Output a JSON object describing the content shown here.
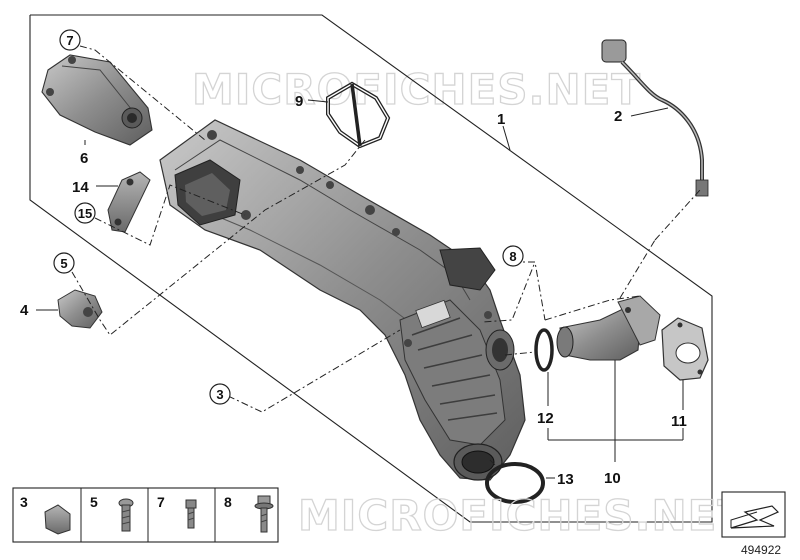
{
  "callouts": {
    "c1": "1",
    "c2": "2",
    "c3": "3",
    "c4": "4",
    "c5": "5",
    "c6": "6",
    "c7": "7",
    "c8": "8",
    "c9": "9",
    "c10": "10",
    "c11": "11",
    "c12": "12",
    "c13": "13",
    "c14": "14",
    "c15": "15"
  },
  "watermark": {
    "top": "MICROFICHES.NET",
    "bottom": "MICROFICHES.NET"
  },
  "legend": {
    "items": [
      "3",
      "5",
      "7",
      "8"
    ]
  },
  "document_number": "494922",
  "colors": {
    "line": "#222222",
    "part_fill": "#9a9a9a",
    "part_dark": "#555555",
    "watermark": "#d4d4d4"
  }
}
